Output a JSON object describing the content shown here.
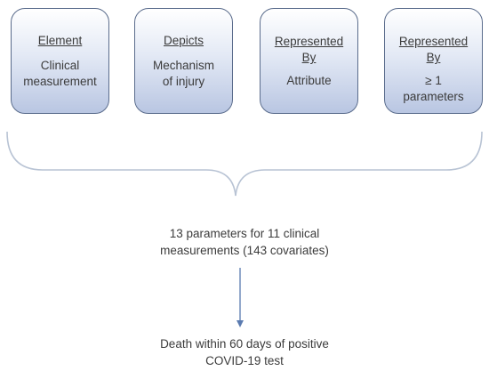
{
  "boxes": [
    {
      "heading": "Element",
      "body": "Clinical measurement"
    },
    {
      "heading": "Depicts",
      "body": "Mechanism of injury"
    },
    {
      "heading": "Represented By",
      "body": "Attribute"
    },
    {
      "heading": "Represented By",
      "body": "≥ 1 parameters"
    }
  ],
  "summary": {
    "line1": "13 parameters for 11 clinical",
    "line2": "measurements  (143 covariates)"
  },
  "outcome": {
    "line1": "Death within 60 days of positive",
    "line2": "COVID-19 test"
  },
  "colors": {
    "box_border": "#5a6c8c",
    "box_gradient_top": "#ffffff",
    "box_gradient_bottom": "#b9c6e2",
    "brace": "#b8c3d4",
    "arrow": "#5b7bb0"
  }
}
